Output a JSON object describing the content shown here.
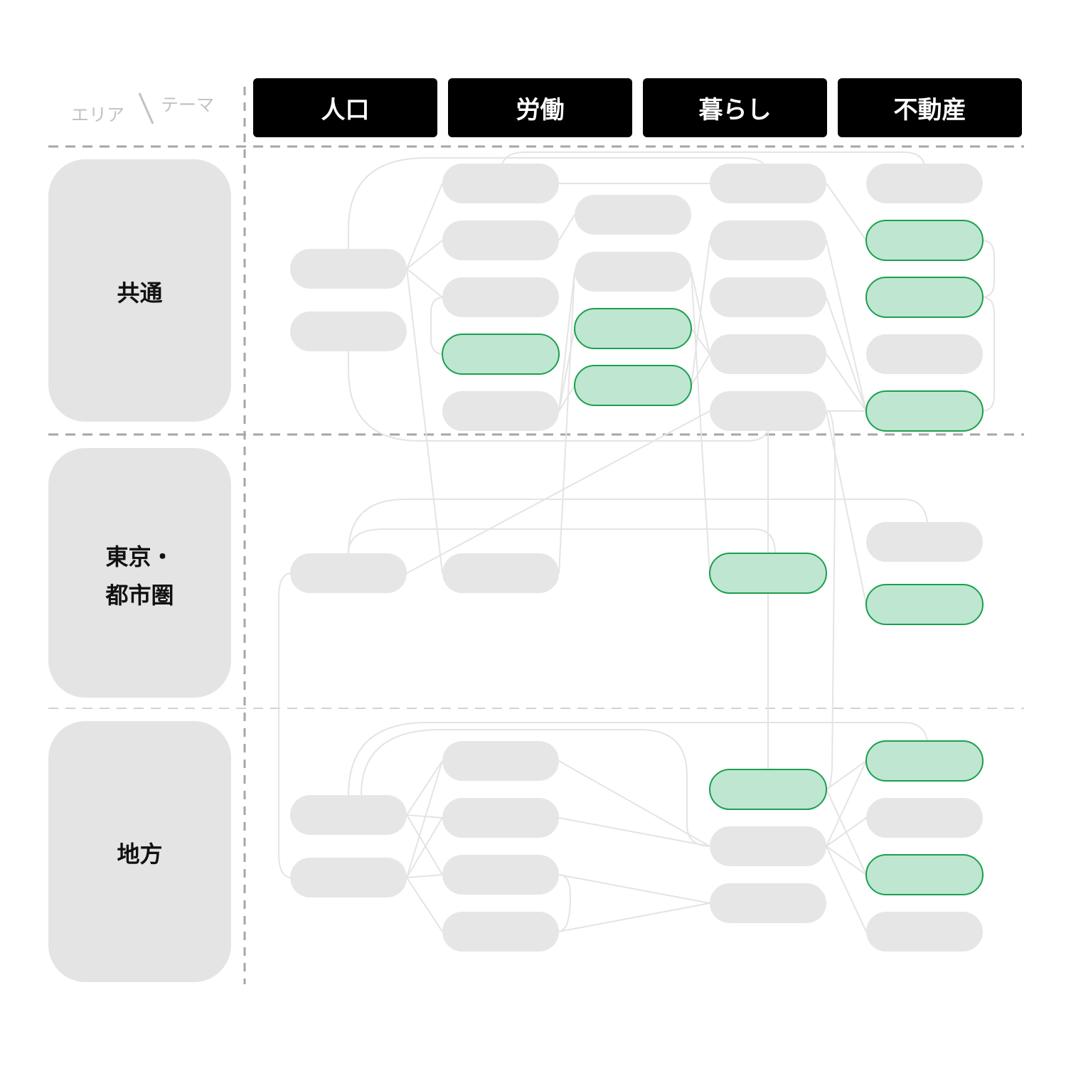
{
  "corner": {
    "area_label": "エリア",
    "theme_label": "テーマ"
  },
  "columns": [
    {
      "id": "population",
      "label": "人口"
    },
    {
      "id": "labor",
      "label": "労働"
    },
    {
      "id": "living",
      "label": "暮らし"
    },
    {
      "id": "realestate",
      "label": "不動産"
    }
  ],
  "rows": [
    {
      "id": "common",
      "lines": [
        "共通"
      ]
    },
    {
      "id": "tokyo",
      "lines": [
        "東京・",
        "都市圏"
      ]
    },
    {
      "id": "regional",
      "lines": [
        "地方"
      ]
    }
  ],
  "colors": {
    "header_bg": "#000000",
    "header_text": "#ffffff",
    "row_label_bg": "#e4e4e4",
    "node_gray": "#e6e6e6",
    "node_highlight_fill": "#bfe6d1",
    "node_highlight_stroke": "#1aa04e",
    "edge": "#e4e4e4",
    "divider": "#a6a6a6"
  },
  "nodes": [
    {
      "id": "c-p1",
      "row": "common",
      "column": "population",
      "highlight": false
    },
    {
      "id": "c-p2",
      "row": "common",
      "column": "population",
      "highlight": false
    },
    {
      "id": "c-l1",
      "row": "common",
      "column": "labor",
      "highlight": false
    },
    {
      "id": "c-l2",
      "row": "common",
      "column": "labor",
      "highlight": false
    },
    {
      "id": "c-l3",
      "row": "common",
      "column": "labor",
      "highlight": false
    },
    {
      "id": "c-l4",
      "row": "common",
      "column": "labor",
      "highlight": true
    },
    {
      "id": "c-l5",
      "row": "common",
      "column": "labor",
      "highlight": false
    },
    {
      "id": "c-m1",
      "row": "common",
      "column": "labor",
      "highlight": false
    },
    {
      "id": "c-m2",
      "row": "common",
      "column": "labor",
      "highlight": false
    },
    {
      "id": "c-m3",
      "row": "common",
      "column": "labor",
      "highlight": true
    },
    {
      "id": "c-m4",
      "row": "common",
      "column": "labor",
      "highlight": true
    },
    {
      "id": "c-v1",
      "row": "common",
      "column": "living",
      "highlight": false
    },
    {
      "id": "c-v2",
      "row": "common",
      "column": "living",
      "highlight": false
    },
    {
      "id": "c-v3",
      "row": "common",
      "column": "living",
      "highlight": false
    },
    {
      "id": "c-v4",
      "row": "common",
      "column": "living",
      "highlight": false
    },
    {
      "id": "c-v5",
      "row": "common",
      "column": "living",
      "highlight": false
    },
    {
      "id": "c-r1",
      "row": "common",
      "column": "realestate",
      "highlight": false
    },
    {
      "id": "c-r2",
      "row": "common",
      "column": "realestate",
      "highlight": true
    },
    {
      "id": "c-r3",
      "row": "common",
      "column": "realestate",
      "highlight": true
    },
    {
      "id": "c-r4",
      "row": "common",
      "column": "realestate",
      "highlight": false
    },
    {
      "id": "c-r5",
      "row": "common",
      "column": "realestate",
      "highlight": true
    },
    {
      "id": "t-p1",
      "row": "tokyo",
      "column": "population",
      "highlight": false
    },
    {
      "id": "t-l1",
      "row": "tokyo",
      "column": "labor",
      "highlight": false
    },
    {
      "id": "t-v1",
      "row": "tokyo",
      "column": "living",
      "highlight": true
    },
    {
      "id": "t-r1",
      "row": "tokyo",
      "column": "realestate",
      "highlight": false
    },
    {
      "id": "t-r2",
      "row": "tokyo",
      "column": "realestate",
      "highlight": true
    },
    {
      "id": "r-p1",
      "row": "regional",
      "column": "population",
      "highlight": false
    },
    {
      "id": "r-p2",
      "row": "regional",
      "column": "population",
      "highlight": false
    },
    {
      "id": "r-l1",
      "row": "regional",
      "column": "labor",
      "highlight": false
    },
    {
      "id": "r-l2",
      "row": "regional",
      "column": "labor",
      "highlight": false
    },
    {
      "id": "r-l3",
      "row": "regional",
      "column": "labor",
      "highlight": false
    },
    {
      "id": "r-l4",
      "row": "regional",
      "column": "labor",
      "highlight": false
    },
    {
      "id": "r-v1",
      "row": "regional",
      "column": "living",
      "highlight": true
    },
    {
      "id": "r-v2",
      "row": "regional",
      "column": "living",
      "highlight": false
    },
    {
      "id": "r-v3",
      "row": "regional",
      "column": "living",
      "highlight": false
    },
    {
      "id": "r-r1",
      "row": "regional",
      "column": "realestate",
      "highlight": true
    },
    {
      "id": "r-r2",
      "row": "regional",
      "column": "realestate",
      "highlight": false
    },
    {
      "id": "r-r3",
      "row": "regional",
      "column": "realestate",
      "highlight": true
    },
    {
      "id": "r-r4",
      "row": "regional",
      "column": "realestate",
      "highlight": false
    }
  ],
  "edges": [
    [
      "c-p1",
      "c-l1"
    ],
    [
      "c-p1",
      "c-l2"
    ],
    [
      "c-p1",
      "c-l3"
    ],
    [
      "c-p1",
      "t-l1"
    ],
    [
      "c-l2",
      "c-m1"
    ],
    [
      "c-l1",
      "c-v1"
    ],
    [
      "c-l5",
      "c-m2"
    ],
    [
      "c-l5",
      "c-m3"
    ],
    [
      "c-l5",
      "c-m4"
    ],
    [
      "c-m2",
      "c-v4"
    ],
    [
      "c-m2",
      "t-v1"
    ],
    [
      "c-m2",
      "t-l1"
    ],
    [
      "c-m3",
      "c-v4"
    ],
    [
      "c-m4",
      "c-v4"
    ],
    [
      "c-m4",
      "c-v2"
    ],
    [
      "c-v1",
      "c-r2"
    ],
    [
      "c-v2",
      "c-r5"
    ],
    [
      "c-v3",
      "c-r5"
    ],
    [
      "c-v4",
      "c-r5"
    ],
    [
      "c-v5",
      "c-r5"
    ],
    [
      "c-v5",
      "t-r2"
    ],
    [
      "c-v5",
      "r-v1"
    ],
    [
      "c-v5",
      "t-p1"
    ],
    [
      "r-p1",
      "r-l1"
    ],
    [
      "r-p1",
      "r-l2"
    ],
    [
      "r-p1",
      "r-l3"
    ],
    [
      "r-p2",
      "r-l1"
    ],
    [
      "r-p2",
      "r-l2"
    ],
    [
      "r-p2",
      "r-l3"
    ],
    [
      "r-p2",
      "r-l4"
    ],
    [
      "r-l1",
      "r-v2"
    ],
    [
      "r-l2",
      "r-v2"
    ],
    [
      "r-l3",
      "r-v3"
    ],
    [
      "r-l4",
      "r-v3"
    ],
    [
      "r-v1",
      "r-r1"
    ],
    [
      "r-v1",
      "r-r3"
    ],
    [
      "r-v2",
      "r-r2"
    ],
    [
      "r-v2",
      "r-r3"
    ],
    [
      "r-v2",
      "r-r4"
    ],
    [
      "r-v2",
      "r-r1"
    ]
  ]
}
